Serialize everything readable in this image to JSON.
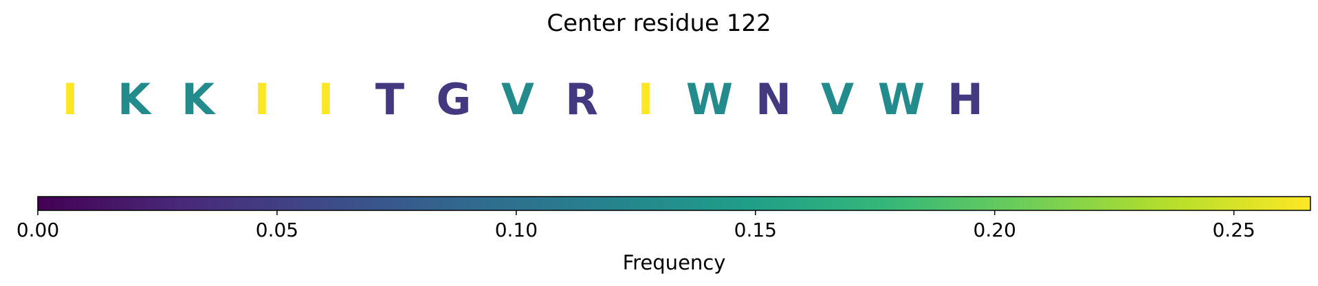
{
  "chart_data": {
    "type": "heatmap",
    "title": "Center residue 122",
    "residues": [
      {
        "letter": "I",
        "frequency": 0.266
      },
      {
        "letter": "K",
        "frequency": 0.128
      },
      {
        "letter": "K",
        "frequency": 0.128
      },
      {
        "letter": "I",
        "frequency": 0.266
      },
      {
        "letter": "I",
        "frequency": 0.266
      },
      {
        "letter": "T",
        "frequency": 0.045
      },
      {
        "letter": "G",
        "frequency": 0.045
      },
      {
        "letter": "V",
        "frequency": 0.128
      },
      {
        "letter": "R",
        "frequency": 0.045
      },
      {
        "letter": "I",
        "frequency": 0.266
      },
      {
        "letter": "W",
        "frequency": 0.128
      },
      {
        "letter": "N",
        "frequency": 0.045
      },
      {
        "letter": "V",
        "frequency": 0.128
      },
      {
        "letter": "W",
        "frequency": 0.128
      },
      {
        "letter": "H",
        "frequency": 0.045
      }
    ],
    "colorbar": {
      "colormap": "viridis",
      "label": "Frequency",
      "range": [
        0.0,
        0.266
      ],
      "ticks": [
        0.0,
        0.05,
        0.1,
        0.15,
        0.2,
        0.25
      ],
      "tick_labels": [
        "0.00",
        "0.05",
        "0.10",
        "0.15",
        "0.20",
        "0.25"
      ]
    }
  }
}
